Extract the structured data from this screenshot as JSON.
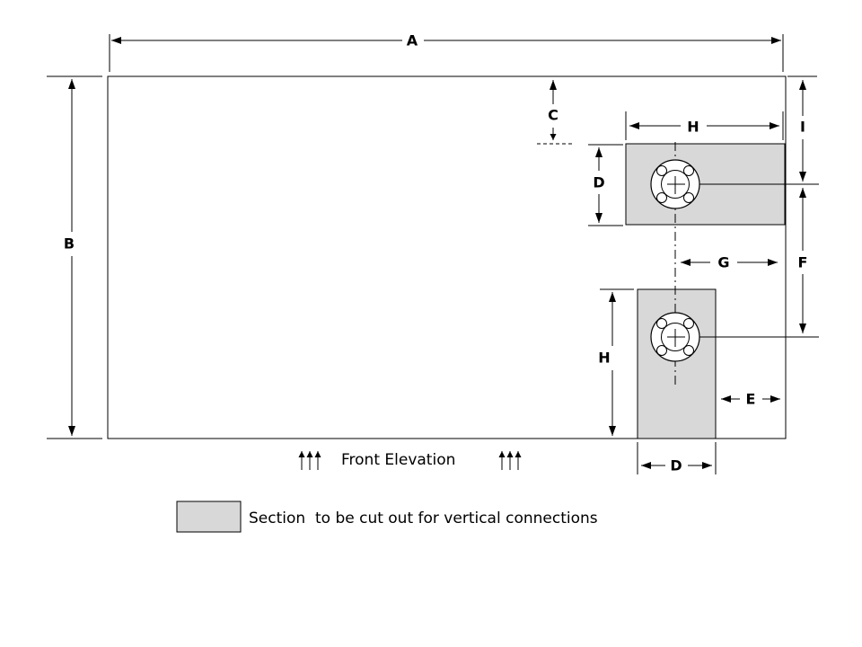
{
  "drawing": {
    "caption": "Front Elevation",
    "legend_text": "Section  to be cut out for vertical connections",
    "labels": {
      "a": "A",
      "b": "B",
      "c": "C",
      "d_top": "D",
      "h_top": "H",
      "i": "I",
      "f": "F",
      "g": "G",
      "h_side": "H",
      "e": "E",
      "d_bottom": "D"
    },
    "colors": {
      "cutout_fill": "#d8d8d8",
      "line_color": "#000000",
      "background": "#ffffff"
    }
  }
}
